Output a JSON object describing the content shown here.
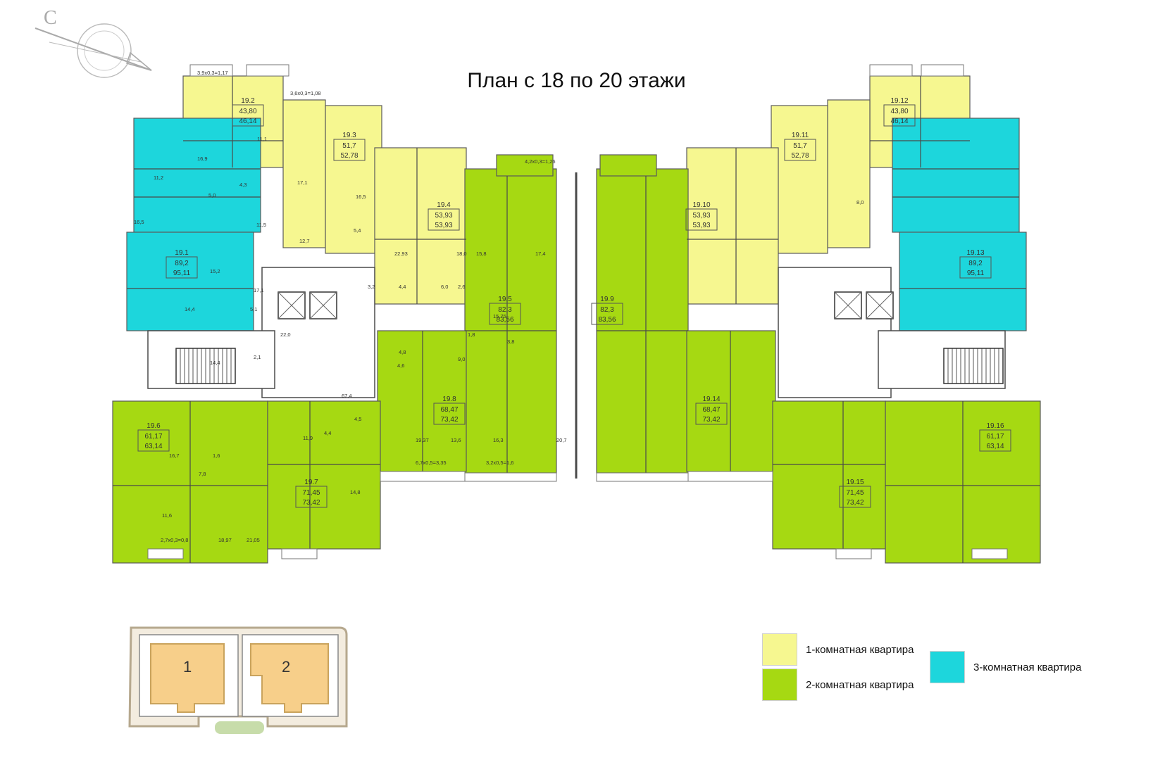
{
  "title": "План с 18 по 20 этажи",
  "compass_letter": "С",
  "colors": {
    "one_room": "#f6f790",
    "two_room": "#a6d912",
    "three_room": "#1dd6dc",
    "wall": "#4a4a4a",
    "common": "#ffffff",
    "section": "#f7cf8a"
  },
  "apartments": [
    {
      "id": "19.2",
      "type": "one_room",
      "area": "43,80",
      "total": "46,14"
    },
    {
      "id": "19.3",
      "type": "one_room",
      "area": "51,7",
      "total": "52,78"
    },
    {
      "id": "19.4",
      "type": "one_room",
      "area": "53,93",
      "total": "53,93"
    },
    {
      "id": "19.1",
      "type": "three_room",
      "area": "89,2",
      "total": "95,11"
    },
    {
      "id": "19.5",
      "type": "two_room",
      "area": "82,3",
      "total": "83,56"
    },
    {
      "id": "19.9",
      "type": "two_room",
      "area": "82,3",
      "total": "83,56"
    },
    {
      "id": "19.10",
      "type": "one_room",
      "area": "53,93",
      "total": "53,93"
    },
    {
      "id": "19.11",
      "type": "one_room",
      "area": "51,7",
      "total": "52,78"
    },
    {
      "id": "19.12",
      "type": "one_room",
      "area": "43,80",
      "total": "46,14"
    },
    {
      "id": "19.13",
      "type": "three_room",
      "area": "89,2",
      "total": "95,11"
    },
    {
      "id": "19.6",
      "type": "two_room",
      "area": "61,17",
      "total": "63,14"
    },
    {
      "id": "19.7",
      "type": "two_room",
      "area": "71,45",
      "total": "73,42"
    },
    {
      "id": "19.8",
      "type": "two_room",
      "area": "68,47",
      "total": "73,42"
    },
    {
      "id": "19.14",
      "type": "two_room",
      "area": "68,47",
      "total": "73,42"
    },
    {
      "id": "19.15",
      "type": "two_room",
      "area": "71,45",
      "total": "73,42"
    },
    {
      "id": "19.16",
      "type": "two_room",
      "area": "61,17",
      "total": "63,14"
    }
  ],
  "room_labels": [
    "3,9x0,3=1,17",
    "3,6x0,3=1,08",
    "16,9",
    "11,1",
    "11,2",
    "5,0",
    "4,3",
    "16,5",
    "11,5",
    "17,1",
    "12,7",
    "16,5",
    "5,4",
    "22,93",
    "18,0",
    "15,8",
    "17,4",
    "4,4",
    "6,0",
    "2,6",
    "3,2",
    "15,2",
    "17,1",
    "14,4",
    "5,1",
    "22,0",
    "2,1",
    "14,4",
    "4,2x0,3=1,26",
    "4,6",
    "4,8",
    "15,75",
    "1,8",
    "3,8",
    "9,0",
    "67,4",
    "4,5",
    "4,4",
    "11,9",
    "16,7",
    "1,6",
    "7,8",
    "19,37",
    "13,6",
    "16,3",
    "20,7",
    "14,8",
    "11,6",
    "18,97",
    "21,05",
    "2,7x0,3=0,8",
    "6,7x0,5=3,35",
    "3,2x0,5=1,6",
    "8,0"
  ],
  "legend": [
    {
      "key": "one_room",
      "label": "1-комнатная квартира"
    },
    {
      "key": "two_room",
      "label": "2-комнатная квартира"
    },
    {
      "key": "three_room",
      "label": "3-комнатная квартира"
    }
  ],
  "sections": [
    {
      "label": "1"
    },
    {
      "label": "2"
    }
  ]
}
